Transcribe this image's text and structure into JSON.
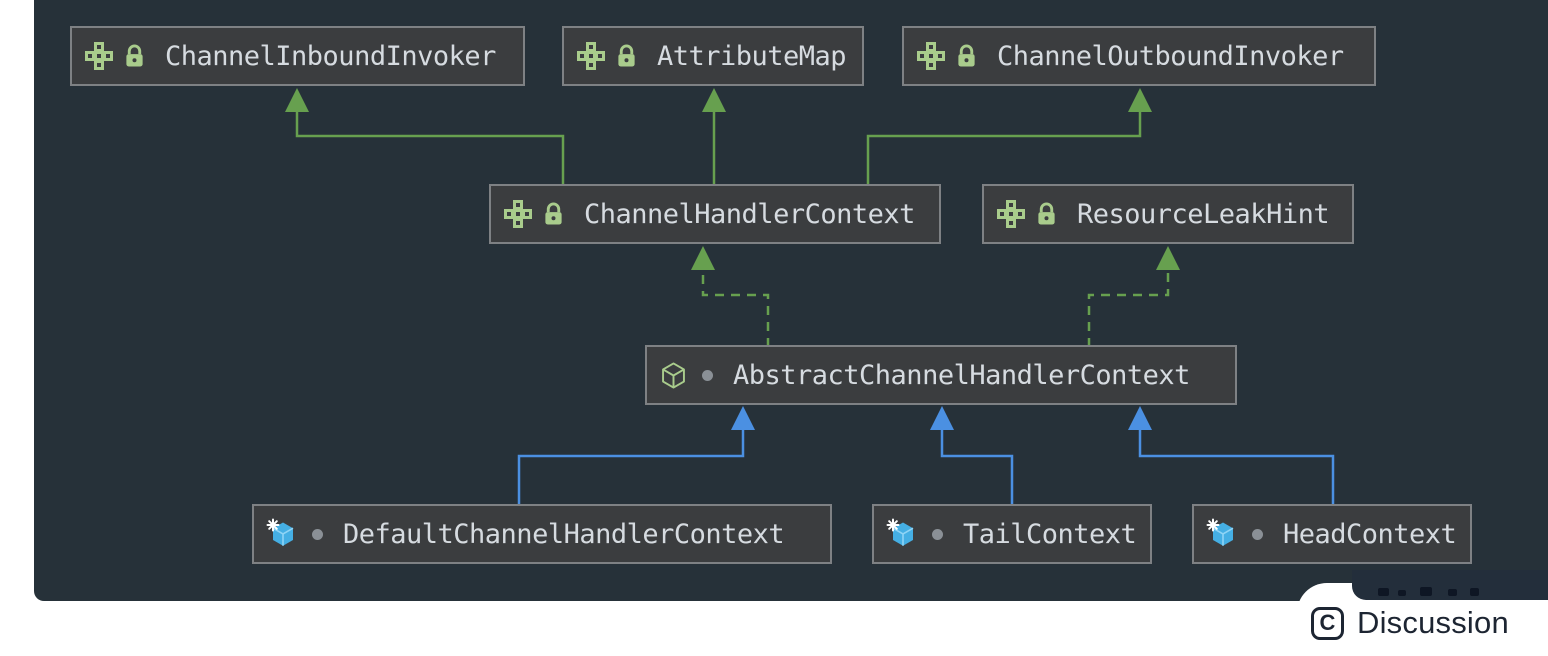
{
  "diagram": {
    "nodes": [
      {
        "label": "ChannelInboundInvoker",
        "kind": "interface",
        "modifier": "locked"
      },
      {
        "label": "AttributeMap",
        "kind": "interface",
        "modifier": "locked"
      },
      {
        "label": "ChannelOutboundInvoker",
        "kind": "interface",
        "modifier": "locked"
      },
      {
        "label": "ChannelHandlerContext",
        "kind": "interface",
        "modifier": "locked"
      },
      {
        "label": "ResourceLeakHint",
        "kind": "interface",
        "modifier": "locked"
      },
      {
        "label": "AbstractChannelHandlerContext",
        "kind": "abstract-class",
        "visibility": "package-private"
      },
      {
        "label": "DefaultChannelHandlerContext",
        "kind": "final-class",
        "visibility": "package-private"
      },
      {
        "label": "TailContext",
        "kind": "final-class",
        "visibility": "package-private"
      },
      {
        "label": "HeadContext",
        "kind": "final-class",
        "visibility": "package-private"
      }
    ],
    "edges": [
      {
        "from": "ChannelHandlerContext",
        "to": "ChannelInboundInvoker",
        "type": "extends"
      },
      {
        "from": "ChannelHandlerContext",
        "to": "AttributeMap",
        "type": "extends"
      },
      {
        "from": "ChannelHandlerContext",
        "to": "ChannelOutboundInvoker",
        "type": "extends"
      },
      {
        "from": "AbstractChannelHandlerContext",
        "to": "ChannelHandlerContext",
        "type": "implements"
      },
      {
        "from": "AbstractChannelHandlerContext",
        "to": "ResourceLeakHint",
        "type": "implements"
      },
      {
        "from": "DefaultChannelHandlerContext",
        "to": "AbstractChannelHandlerContext",
        "type": "extends"
      },
      {
        "from": "TailContext",
        "to": "AbstractChannelHandlerContext",
        "type": "extends"
      },
      {
        "from": "HeadContext",
        "to": "AbstractChannelHandlerContext",
        "type": "extends"
      }
    ],
    "colors": {
      "canvas_background": "#263139",
      "node_background": "#3B3D3F",
      "node_border": "#7E8184",
      "node_text": "#D6DBE0",
      "interface_icon_green": "#A9CC8C",
      "extends_interface_arrow": "#67A04F",
      "extends_class_arrow": "#4B90E2",
      "final_class_icon_blue": "#45AFE4",
      "package_private_dot": "#8A9096"
    }
  },
  "footer": {
    "discussion_label": "Discussion",
    "copyright_glyph": "C"
  }
}
